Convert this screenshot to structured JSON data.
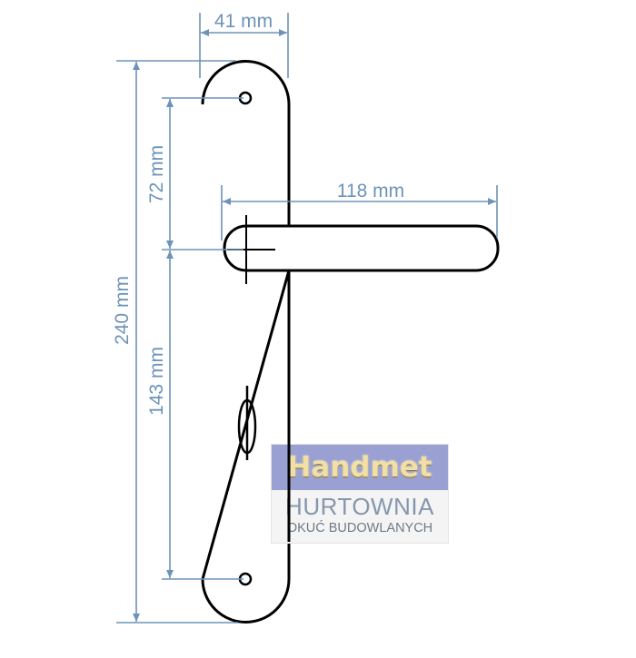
{
  "dimensions": {
    "plate_width": "41 mm",
    "plate_height": "240 mm",
    "screw_to_handle": "72 mm",
    "handle_to_screw": "143 mm",
    "handle_length": "118 mm"
  },
  "logo": {
    "brand": "Handmet",
    "line1": "HURTOWNIA",
    "line2": "OKUĆ BUDOWLANYCH"
  },
  "colors": {
    "dimension": "#6d93b8",
    "outline": "#000000"
  }
}
